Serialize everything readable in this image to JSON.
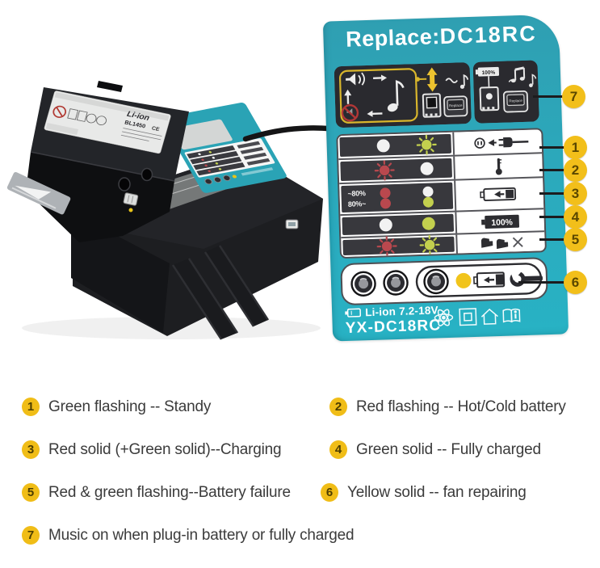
{
  "colors": {
    "teal": "#2aa7ba",
    "dark_row": "#38383d",
    "red": "#b9484e",
    "green": "#c3d04e",
    "white_led": "#f2f2f2",
    "yellow": "#f1c41c",
    "callout": "#f2bf1a",
    "line": "#1c1c1e",
    "text": "#3b3b3b"
  },
  "panel": {
    "title": {
      "replace": "Replace:",
      "model": "DC18RC"
    },
    "music_boxes": {
      "replace_label": "Replace",
      "pct": "100%"
    },
    "led_rows": [
      {
        "num": "1",
        "icon": "power-plug",
        "lines": [
          {
            "label": "",
            "dots": [
              {
                "c": "white",
                "f": false
              },
              {
                "c": "green",
                "f": true
              }
            ]
          }
        ]
      },
      {
        "num": "2",
        "icon": "thermometer",
        "lines": [
          {
            "label": "",
            "dots": [
              {
                "c": "red",
                "f": true
              },
              {
                "c": "white",
                "f": false
              }
            ]
          }
        ]
      },
      {
        "num": "3",
        "icon": "battery-charging",
        "lines": [
          {
            "label": "~80%",
            "dots": [
              {
                "c": "red",
                "f": false
              },
              {
                "c": "white",
                "f": false
              }
            ]
          },
          {
            "label": "80%~",
            "dots": [
              {
                "c": "red",
                "f": false
              },
              {
                "c": "green",
                "f": false
              }
            ]
          }
        ]
      },
      {
        "num": "4",
        "icon": "battery-full",
        "icon_text": "100%",
        "lines": [
          {
            "label": "",
            "dots": [
              {
                "c": "white",
                "f": false
              },
              {
                "c": "green",
                "f": false
              }
            ]
          }
        ]
      },
      {
        "num": "5",
        "icon": "battery-fail",
        "lines": [
          {
            "label": "",
            "dots": [
              {
                "c": "red",
                "f": true
              },
              {
                "c": "green",
                "f": true
              }
            ]
          }
        ]
      }
    ],
    "fan_row": {
      "num": "6",
      "icons": [
        "fan-circle",
        "fan-circle",
        "fan-circle",
        "yellow-led",
        "battery-arrow",
        "wrench"
      ]
    },
    "footer": {
      "spec": "Li-ion 7.2-18V",
      "model": "YX-DC18RC",
      "icons": [
        "atom",
        "double-insulation",
        "house",
        "manual"
      ]
    }
  },
  "callouts": [
    {
      "n": "7"
    },
    {
      "n": "1"
    },
    {
      "n": "2"
    },
    {
      "n": "3"
    },
    {
      "n": "4"
    },
    {
      "n": "5"
    },
    {
      "n": "6"
    }
  ],
  "legend": [
    {
      "num": "1",
      "text": "Green flashing -- Standy"
    },
    {
      "num": "2",
      "text": "Red flashing -- Hot/Cold battery"
    },
    {
      "num": "3",
      "text": "Red solid (+Green solid)--Charging"
    },
    {
      "num": "4",
      "text": "Green solid -- Fully charged"
    },
    {
      "num": "5",
      "text": "Red & green flashing--Battery failure"
    },
    {
      "num": "6",
      "text": "Yellow solid -- fan repairing"
    },
    {
      "num": "7",
      "text": "Music on when plug-in battery or fully charged"
    }
  ],
  "photo": {
    "battery_type": "Li-ion",
    "battery_model": "BL1450",
    "charger_label": "8RC",
    "ce_mark": "CE"
  }
}
